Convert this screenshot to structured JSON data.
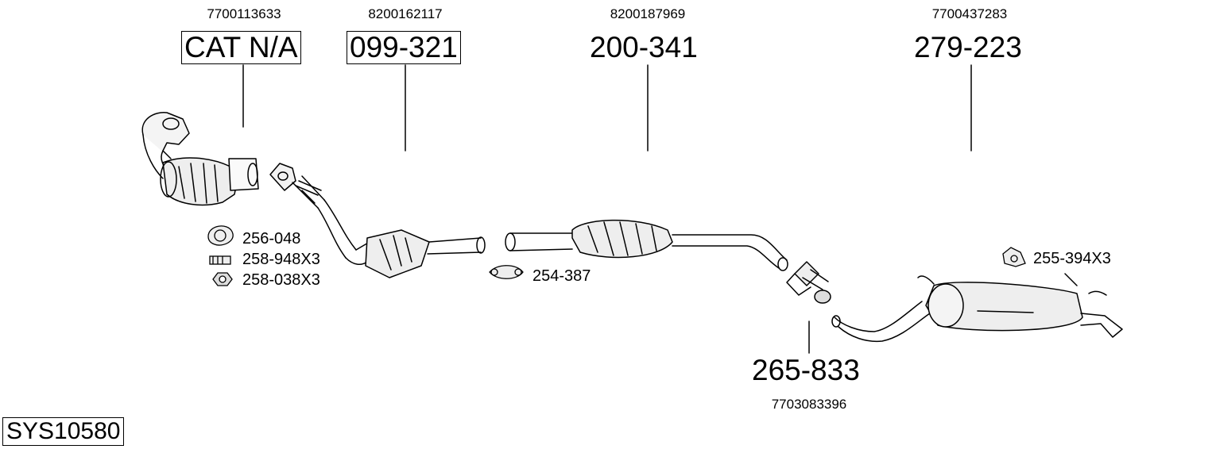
{
  "diagram": {
    "system_code": "SYS10580",
    "parts": [
      {
        "oem": "7700113633",
        "part_number": "CAT N/A",
        "boxed": true
      },
      {
        "oem": "8200162117",
        "part_number": "099-321",
        "boxed": true
      },
      {
        "oem": "8200187969",
        "part_number": "200-341",
        "boxed": false
      },
      {
        "oem": "7700437283",
        "part_number": "279-223",
        "boxed": false
      },
      {
        "oem": "7703083396",
        "part_number": "265-833",
        "boxed": false
      }
    ],
    "accessories": [
      {
        "label": "256-048",
        "icon": "gasket-icon"
      },
      {
        "label": "258-948X3",
        "icon": "bolt-icon"
      },
      {
        "label": "258-038X3",
        "icon": "nut-icon"
      },
      {
        "label": "254-387",
        "icon": "clamp-icon"
      },
      {
        "label": "255-394X3",
        "icon": "rubber-mount-icon"
      }
    ]
  }
}
